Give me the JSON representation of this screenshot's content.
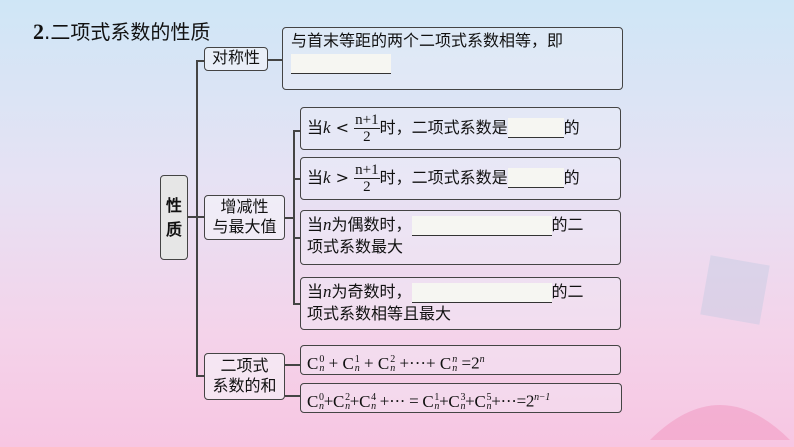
{
  "title": {
    "number": "2",
    "text": ".二项式系数的性质"
  },
  "root": "性质",
  "symmetry": {
    "label": "对称性",
    "text": "与首末等距的两个二项式系数相等，即"
  },
  "monotonic": {
    "label_line1": "增减性",
    "label_line2": "与最大值",
    "rows": [
      {
        "pre": "当",
        "var": "k",
        "op": "<",
        "num": "n+1",
        "den": "2",
        "post": "时，二项式系数是",
        "end": "的"
      },
      {
        "pre": "当",
        "var": "k",
        "op": ">",
        "num": "n+1",
        "den": "2",
        "post": "时，二项式系数是",
        "end": "的"
      },
      {
        "pre": "当",
        "var": "n",
        "mid": "为偶数时，",
        "end": "的二",
        "line2": "项式系数最大"
      },
      {
        "pre": "当",
        "var": "n",
        "mid": "为奇数时，",
        "end": "的二",
        "line2": "项式系数相等且最大"
      }
    ]
  },
  "sum": {
    "label_line1": "二项式",
    "label_line2": "系数的和",
    "formula1": {
      "terms": [
        {
          "sup": "0"
        },
        {
          "sup": "1"
        },
        {
          "sup": "2"
        }
      ],
      "dots": "+···+",
      "last_sup": "n",
      "sub": "n",
      "rhs": "=2",
      "rhs_exp": "n"
    },
    "formula2": {
      "left": [
        {
          "sup": "0"
        },
        {
          "sup": "2"
        },
        {
          "sup": "4"
        }
      ],
      "right": [
        {
          "sup": "1"
        },
        {
          "sup": "3"
        },
        {
          "sup": "5"
        }
      ],
      "sub": "n",
      "dots": "+···",
      "eq": "=",
      "rhs": "=2",
      "rhs_exp": "n−1"
    }
  }
}
